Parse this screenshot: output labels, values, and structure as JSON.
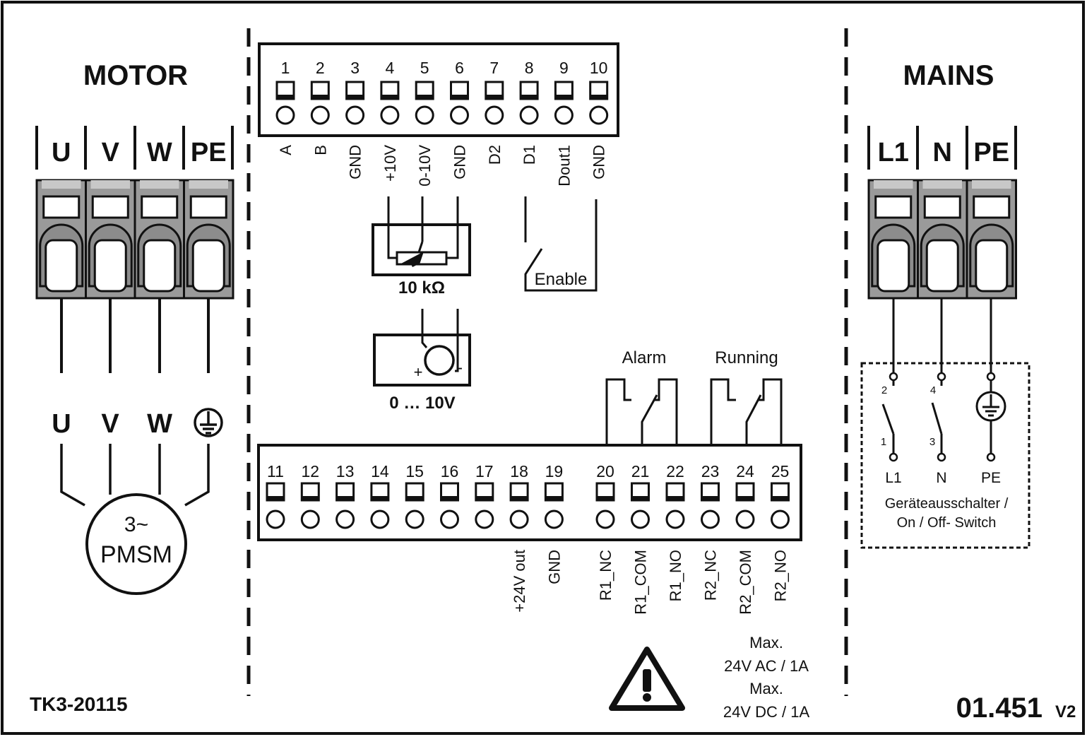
{
  "motor": {
    "title": "MOTOR",
    "header_labels": [
      "U",
      "V",
      "W",
      "PE"
    ],
    "wire_labels": [
      "U",
      "V",
      "W"
    ],
    "earth_icon": "ground-symbol",
    "motor_line1": "3~",
    "motor_line2": "PMSM"
  },
  "mains": {
    "title": "MAINS",
    "header_labels": [
      "L1",
      "N",
      "PE"
    ],
    "switch": {
      "contact_top_numbers": [
        "2",
        "4"
      ],
      "contact_bottom_numbers": [
        "1",
        "3"
      ],
      "bottom_labels": [
        "L1",
        "N",
        "PE"
      ],
      "caption_line1": "Geräteausschalter /",
      "caption_line2": "On / Off- Switch"
    }
  },
  "top_terminal": {
    "numbers": [
      "1",
      "2",
      "3",
      "4",
      "5",
      "6",
      "7",
      "8",
      "9",
      "10"
    ],
    "labels": [
      "A",
      "B",
      "GND",
      "+10V",
      "0-10V",
      "GND",
      "D2",
      "D1",
      "Dout1",
      "GND"
    ]
  },
  "potentiometer_label": "10 kΩ",
  "voltage_source": {
    "plus": "+",
    "minus": "-",
    "label": "0 … 10V"
  },
  "enable_label": "Enable",
  "bottom_terminal": {
    "numbers": [
      "11",
      "12",
      "13",
      "14",
      "15",
      "16",
      "17",
      "18",
      "19",
      "20",
      "21",
      "22",
      "23",
      "24",
      "25"
    ],
    "labels": [
      "",
      "",
      "",
      "",
      "",
      "",
      "",
      "+24V out",
      "GND",
      "R1_NC",
      "R1_COM",
      "R1_NO",
      "R2_NC",
      "R2_COM",
      "R2_NO"
    ]
  },
  "relays": {
    "alarm": "Alarm",
    "running": "Running"
  },
  "warning": {
    "icon": "warning-triangle",
    "lines": [
      "Max.",
      "24V AC / 1A",
      "Max.",
      "24V DC / 1A"
    ]
  },
  "doc_id": "TK3-20115",
  "version_number": "01.451",
  "version_suffix": "V2"
}
